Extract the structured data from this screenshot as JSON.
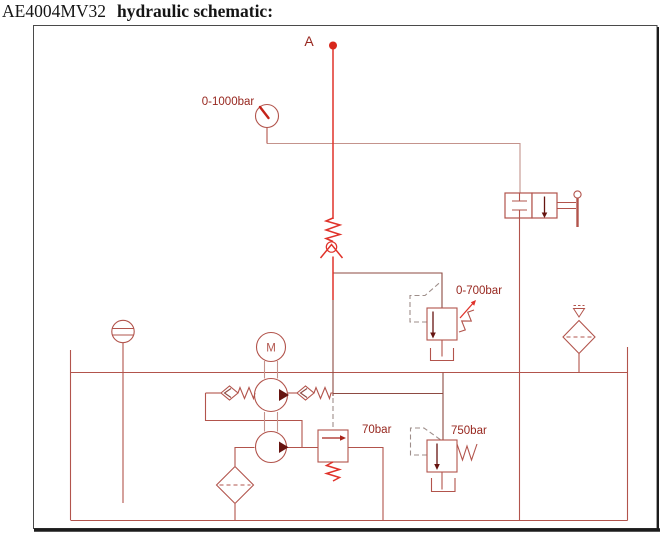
{
  "colors": {
    "line_main": "#e0322a",
    "line": "#b2544c",
    "line_light": "#c4938c",
    "line_dark": "#8d4a42",
    "arrow_dark": "#661410",
    "pilot": "#9e8e8a",
    "label": "#97271f",
    "border": "#4a4a4a",
    "border_shadow": "#1c1c1c"
  },
  "title": {
    "model": "AE4004MV32",
    "heading": "hydraulic schematic:"
  },
  "diagram": {
    "port_label": "A",
    "gauge": {
      "range": "0-1000bar"
    },
    "pilot_relief_valve": {
      "range": "0-700bar"
    },
    "unloader_valve": {
      "setting": "70bar"
    },
    "main_relief_valve": {
      "setting": "750bar"
    },
    "motor": {
      "label": "M"
    }
  }
}
